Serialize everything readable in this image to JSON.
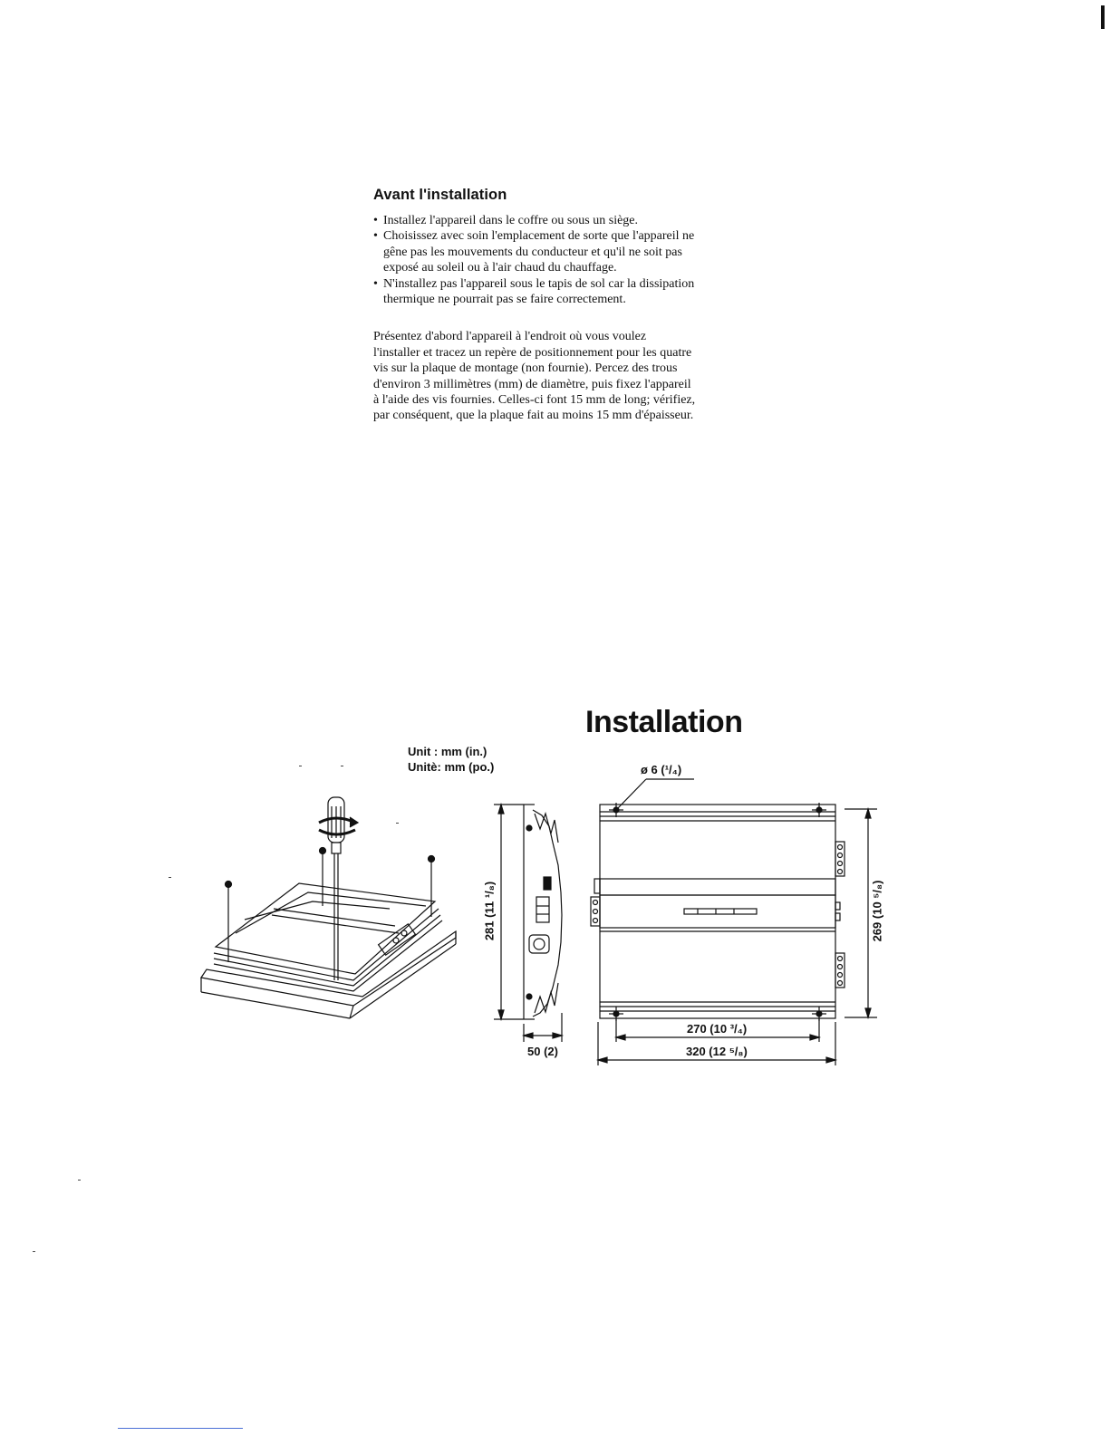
{
  "before_install": {
    "heading": "Avant l'installation",
    "bullet_glyph": "•",
    "bullets": [
      "Installez l'appareil dans le coffre ou sous un siège.",
      "Choisissez avec soin l'emplacement de sorte que l'appareil ne gêne pas les mouvements du conducteur et qu'il ne soit pas exposé au soleil ou à l'air chaud du chauffage.",
      "N'installez pas l'appareil sous le tapis de sol car la dissipation thermique ne pourrait pas se faire correctement."
    ],
    "paragraph": "Présentez d'abord l'appareil à l'endroit où vous voulez l'installer et tracez un repère de positionnement pour les quatre vis sur la plaque de montage (non fournie). Percez des trous d'environ 3 millimètres (mm) de diamètre, puis fixez l'appareil à l'aide des vis fournies. Celles-ci font 15 mm de long; vérifiez, par conséquent, que la plaque fait au moins 15 mm d'épaisseur."
  },
  "installation": {
    "title": "Installation",
    "unit_en": "Unit : mm (in.)",
    "unit_fr": "Unitè: mm (po.)"
  },
  "dimensions": {
    "hole_diameter": "ø 6 (¹/₄)",
    "side_height": "281 (11 ¹/₈)",
    "side_depth": "50 (2)",
    "top_height": "269 (10 ⁵/₈)",
    "mount_width": "270 (10 ³/₄)",
    "total_width": "320 (12 ⁵/₈)"
  }
}
